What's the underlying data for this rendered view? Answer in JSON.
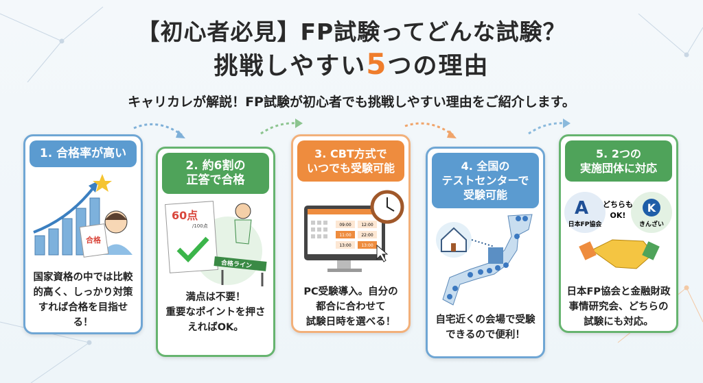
{
  "title": {
    "line1": "【初心者必見】FP試験ってどんな試験？",
    "line2_pre": "挑戦しやすい",
    "line2_num": "5",
    "line2_post": "つの理由"
  },
  "subtitle": "キャリカレが解説！FP試験が初心者でも挑戦しやすい理由をご紹介します。",
  "cards": [
    {
      "heading": "1. 合格率が高い",
      "stamp": "合格",
      "desc": "国家資格の中では比較的高く、しっかり対策すれば合格を目指せる！",
      "color": "#5b9bd0"
    },
    {
      "heading1": "2. 約6割の",
      "heading2": "正答で合格",
      "score": "60点",
      "total": "/100点",
      "hurdle": "合格ライン",
      "desc1": "満点は不要！",
      "desc2": "重要なポイントを押さえればOK。",
      "color": "#4fa35a"
    },
    {
      "heading1": "3. CBT方式で",
      "heading2": "いつでも受験可能",
      "times": [
        "09:00",
        "12:00",
        "11:00",
        "22:00",
        "13:00",
        "13:00"
      ],
      "desc1": "PC受験導入。自分の",
      "desc2": "都合に合わせて",
      "desc3": "試験日時を選べる！",
      "color": "#ee8c3e"
    },
    {
      "heading1": "4. 全国の",
      "heading2": "テストセンターで",
      "heading3": "受験可能",
      "desc1": "自宅近くの会場で受験",
      "desc2": "できるので便利！",
      "color": "#5b9bd0"
    },
    {
      "heading1": "5. 2つの",
      "heading2": "実施団体に対応",
      "logo1": "日本FP協会",
      "logo2": "きんざい",
      "both": "どちらも",
      "ok": "OK!",
      "desc": "日本FP協会と金融財政事情研究会、どちらの試験にも対応。",
      "color": "#4fa35a"
    }
  ]
}
